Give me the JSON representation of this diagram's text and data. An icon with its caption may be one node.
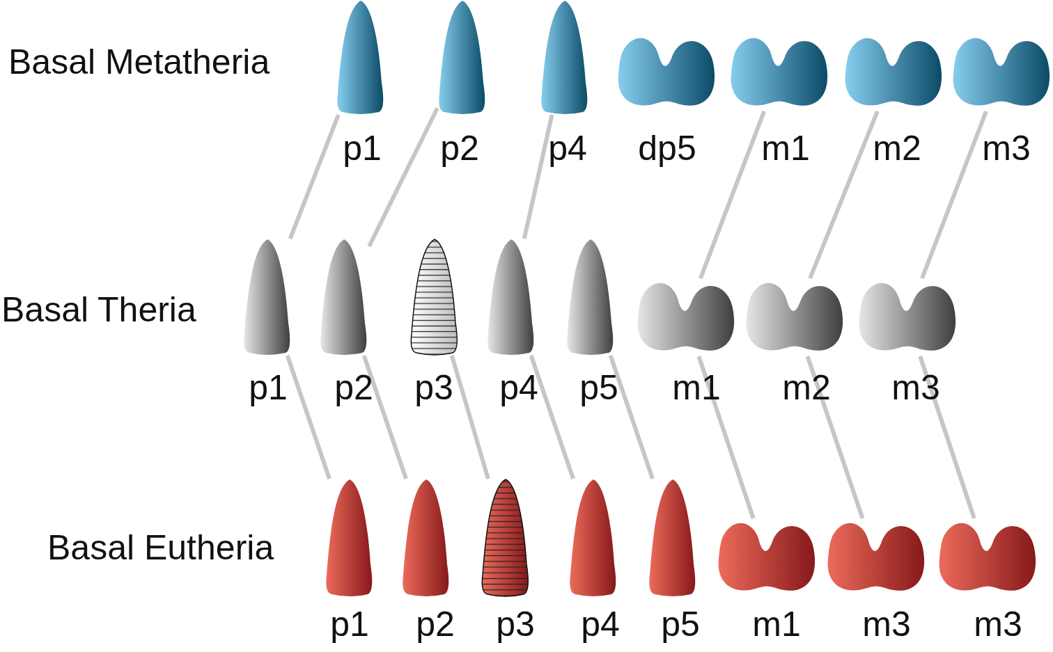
{
  "diagram": {
    "nodes": [
      {
        "text": [
          "p1"
        ]
      },
      {
        "text": [
          "p2"
        ]
      },
      {
        "text": [
          "p4"
        ]
      },
      {
        "text": [
          "dp5"
        ]
      },
      {
        "text": [
          "m1"
        ]
      },
      {
        "text": [
          "m2"
        ]
      },
      {
        "text": [
          "m3"
        ]
      },
      {
        "text": [
          "p1"
        ]
      },
      {
        "text": [
          "p2"
        ]
      },
      {
        "text": [
          "p3"
        ]
      },
      {
        "text": [
          "p4"
        ]
      },
      {
        "text": [
          "p5"
        ]
      },
      {
        "text": [
          "m1"
        ]
      },
      {
        "text": [
          "m2"
        ]
      },
      {
        "text": [
          "m3"
        ]
      },
      {
        "text": [
          "p1"
        ]
      },
      {
        "text": [
          "p2"
        ]
      },
      {
        "text": [
          "p3"
        ]
      },
      {
        "text": [
          "p4"
        ]
      },
      {
        "text": [
          "p5"
        ]
      },
      {
        "text": [
          "m1"
        ]
      },
      {
        "text": [
          "m3"
        ]
      },
      {
        "text": [
          "m3"
        ]
      }
    ],
    "edges": [
      {
        "from": 0,
        "to": 7,
        "arrow": "none"
      },
      {
        "from": 1,
        "to": 8,
        "arrow": "none"
      },
      {
        "from": 2,
        "to": 10,
        "arrow": "none"
      },
      {
        "from": 4,
        "to": 12,
        "arrow": "none"
      },
      {
        "from": 5,
        "to": 13,
        "arrow": "none"
      },
      {
        "from": 6,
        "to": 14,
        "arrow": "none"
      },
      {
        "from": 7,
        "to": 15,
        "arrow": "none"
      },
      {
        "from": 8,
        "to": 16,
        "arrow": "none"
      },
      {
        "from": 9,
        "to": 17,
        "arrow": "none"
      },
      {
        "from": 10,
        "to": 18,
        "arrow": "none"
      },
      {
        "from": 11,
        "to": 19,
        "arrow": "none"
      },
      {
        "from": 12,
        "to": 20,
        "arrow": "none"
      },
      {
        "from": 13,
        "to": 21,
        "arrow": "none"
      },
      {
        "from": 14,
        "to": 22,
        "arrow": "none"
      }
    ],
    "labels": [
      "Basal Metatheria",
      "Basal Theria",
      "Basal Eutheria"
    ]
  }
}
